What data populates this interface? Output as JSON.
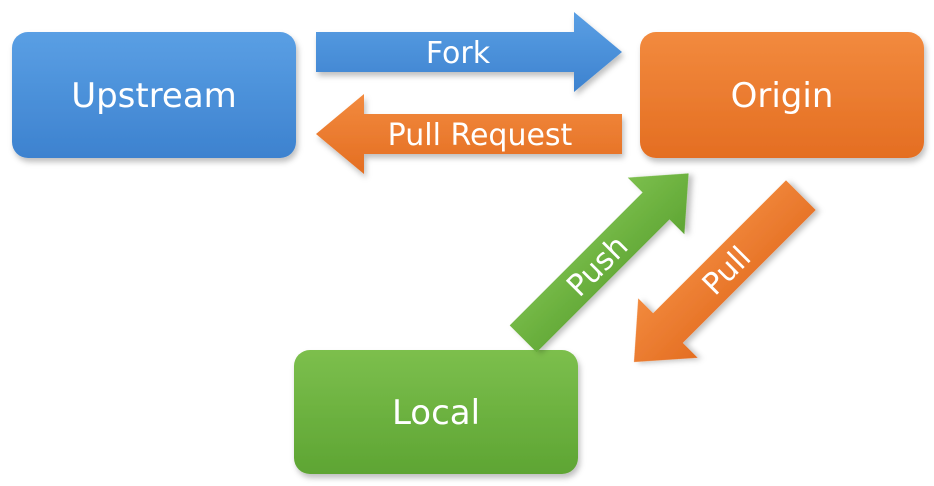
{
  "nodes": {
    "upstream": {
      "label": "Upstream"
    },
    "origin": {
      "label": "Origin"
    },
    "local": {
      "label": "Local"
    }
  },
  "arrows": {
    "fork": {
      "label": "Fork"
    },
    "pull_request": {
      "label": "Pull Request"
    },
    "push": {
      "label": "Push"
    },
    "pull": {
      "label": "Pull"
    }
  },
  "colors": {
    "blue": "#4a8fd8",
    "orange": "#ec7a2e",
    "green": "#6db33f"
  }
}
